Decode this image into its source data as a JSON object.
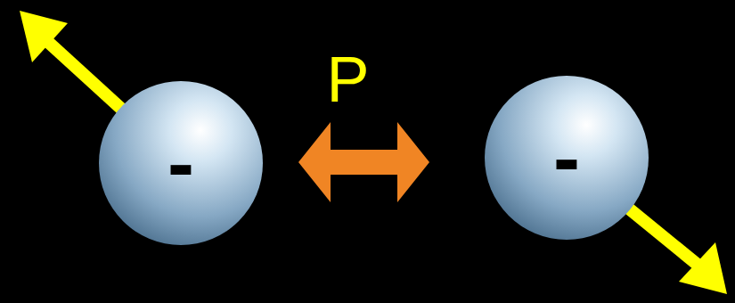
{
  "diagram": {
    "nodes": [
      {
        "text": [
          "-"
        ]
      },
      {
        "text": [
          "-"
        ]
      }
    ],
    "edges": [
      {
        "from": 0,
        "to": 1,
        "label": "P",
        "arrow": "both"
      }
    ]
  }
}
